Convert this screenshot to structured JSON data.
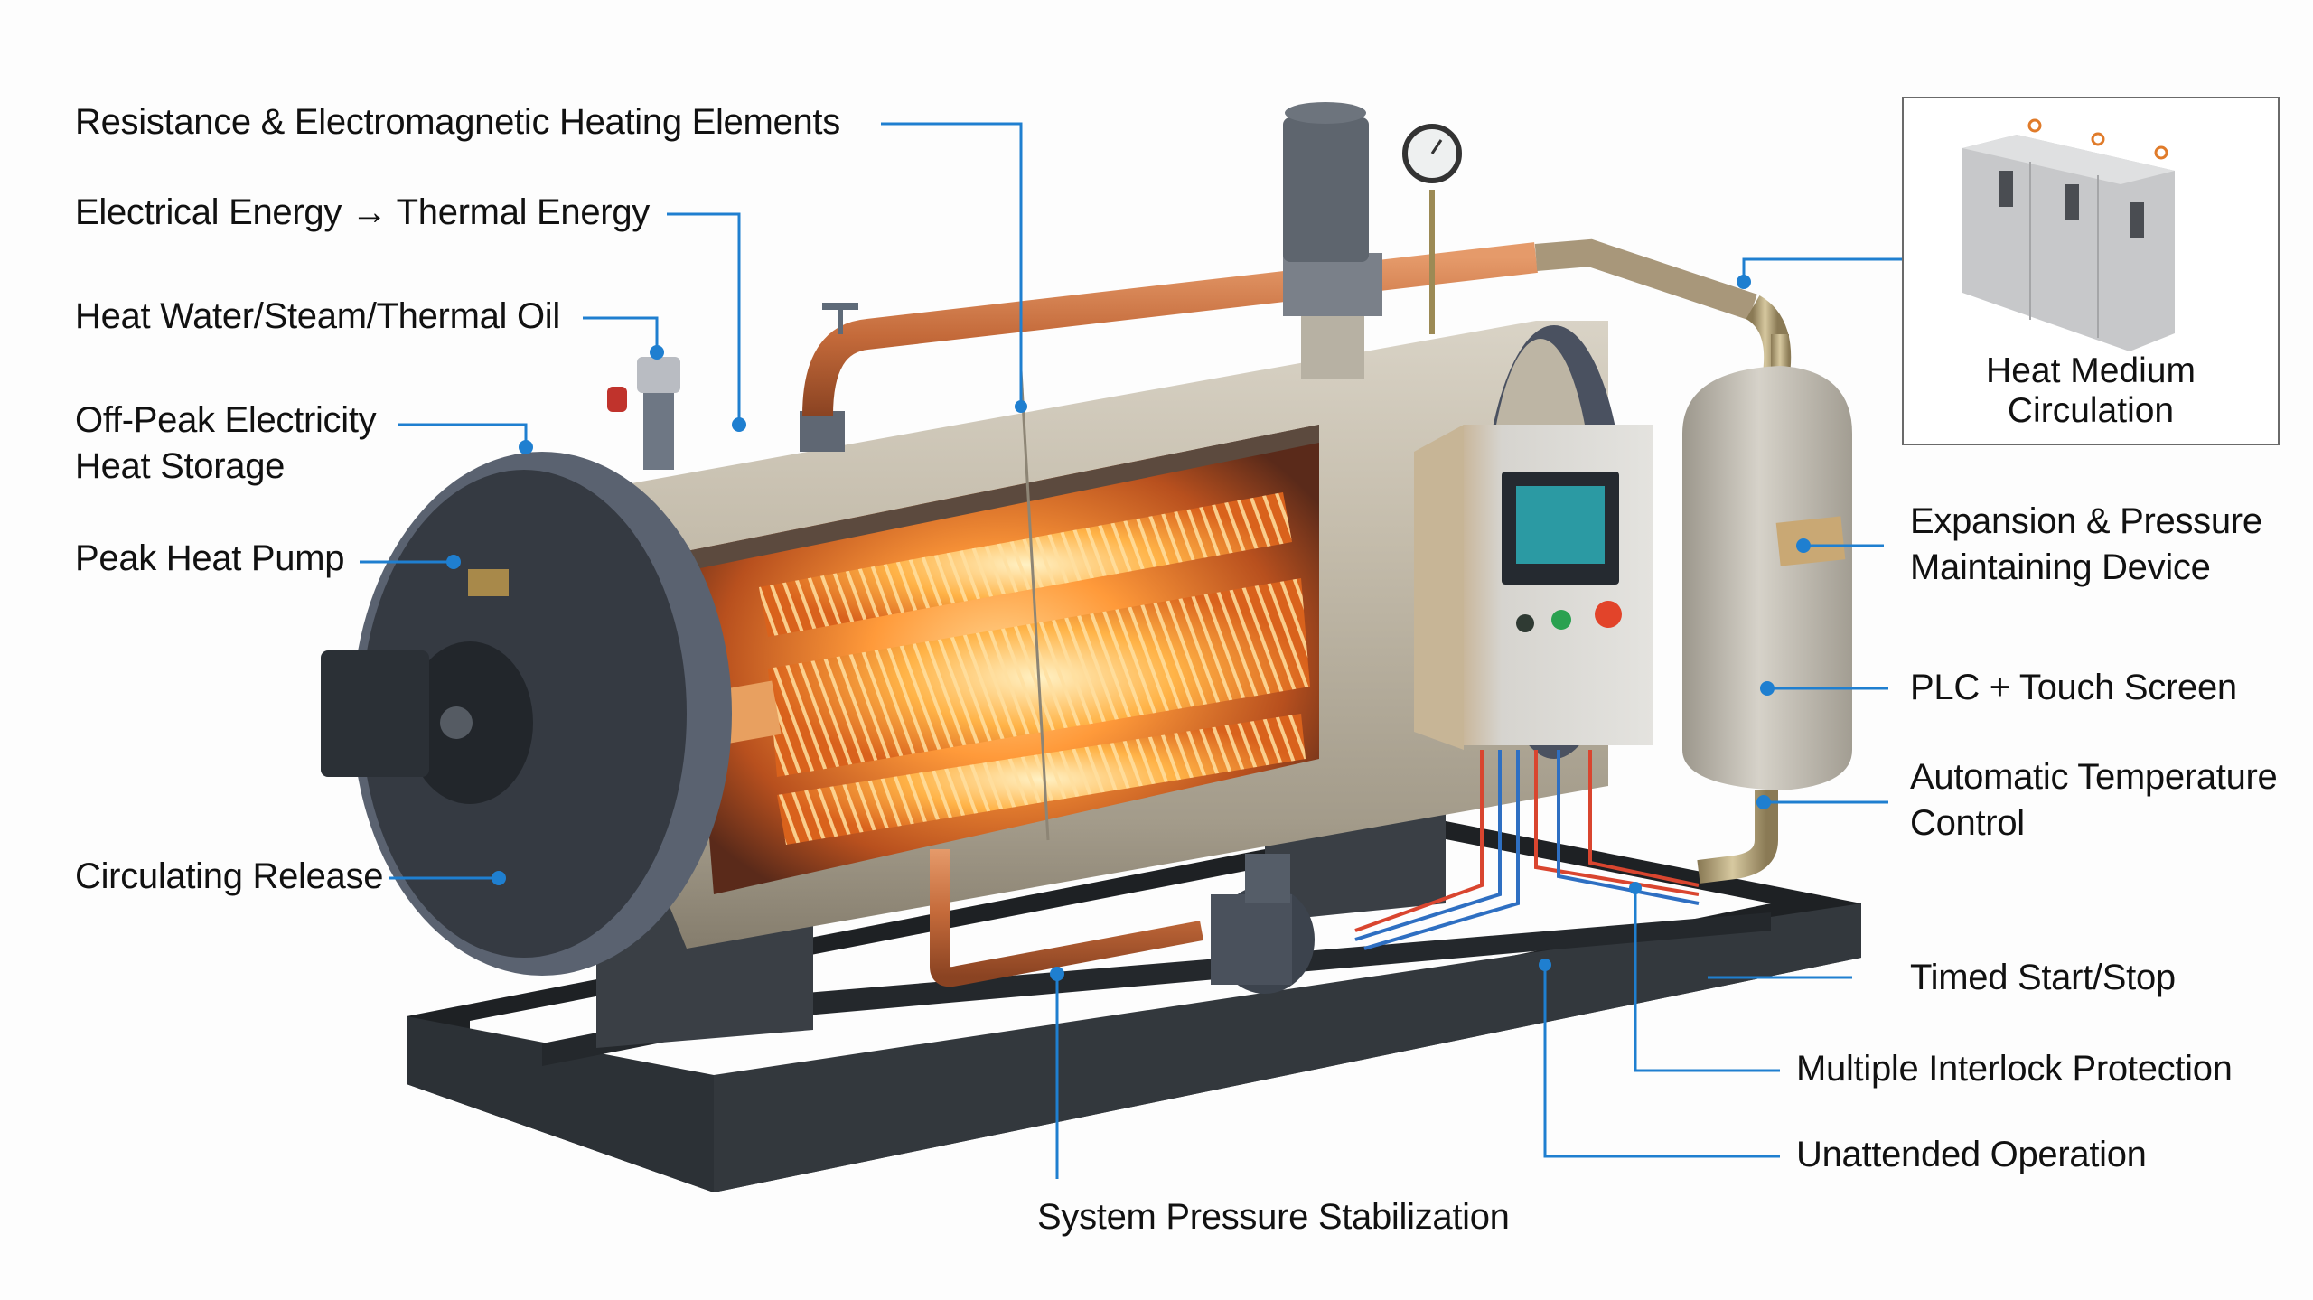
{
  "diagram": {
    "subject": "Electric heating boiler system (cutaway)",
    "accent_color": "#1f7fd0",
    "leader_color": "#1f7fd0",
    "labels_left": [
      {
        "id": "resistance",
        "text": "Resistance & Electromagnetic Heating Elements"
      },
      {
        "id": "energy",
        "text": "Electrical Energy → Thermal Energy"
      },
      {
        "id": "heat-media",
        "text": "Heat Water/Steam/Thermal Oil"
      },
      {
        "id": "off-peak",
        "line1": "Off-Peak Electricity",
        "line2": "Heat Storage"
      },
      {
        "id": "peak-pump",
        "text": "Peak Heat Pump"
      },
      {
        "id": "circulating",
        "text": "Circulating Release"
      }
    ],
    "labels_right": [
      {
        "id": "expansion",
        "line1": "Expansion & Pressure",
        "line2": "Maintaining Device"
      },
      {
        "id": "plc",
        "text": "PLC + Touch Screen"
      },
      {
        "id": "auto-temp",
        "line1": "Automatic Temperature",
        "line2": "Control"
      },
      {
        "id": "timed",
        "text": "Timed Start/Stop"
      },
      {
        "id": "interlock",
        "text": "Multiple Interlock Protection"
      },
      {
        "id": "unattended",
        "text": "Unattended Operation"
      }
    ],
    "labels_bottom": [
      {
        "id": "pressure-stab",
        "text": "System Pressure Stabilization"
      }
    ],
    "inset": {
      "title": "Heat Medium Circulation",
      "units": 3
    },
    "control_panel": {
      "buttons": [
        {
          "name": "black",
          "color": "#2f3a33"
        },
        {
          "name": "green",
          "color": "#2aa150"
        },
        {
          "name": "red",
          "color": "#e2442a"
        }
      ],
      "screen_color": "#2b9aa3"
    }
  }
}
